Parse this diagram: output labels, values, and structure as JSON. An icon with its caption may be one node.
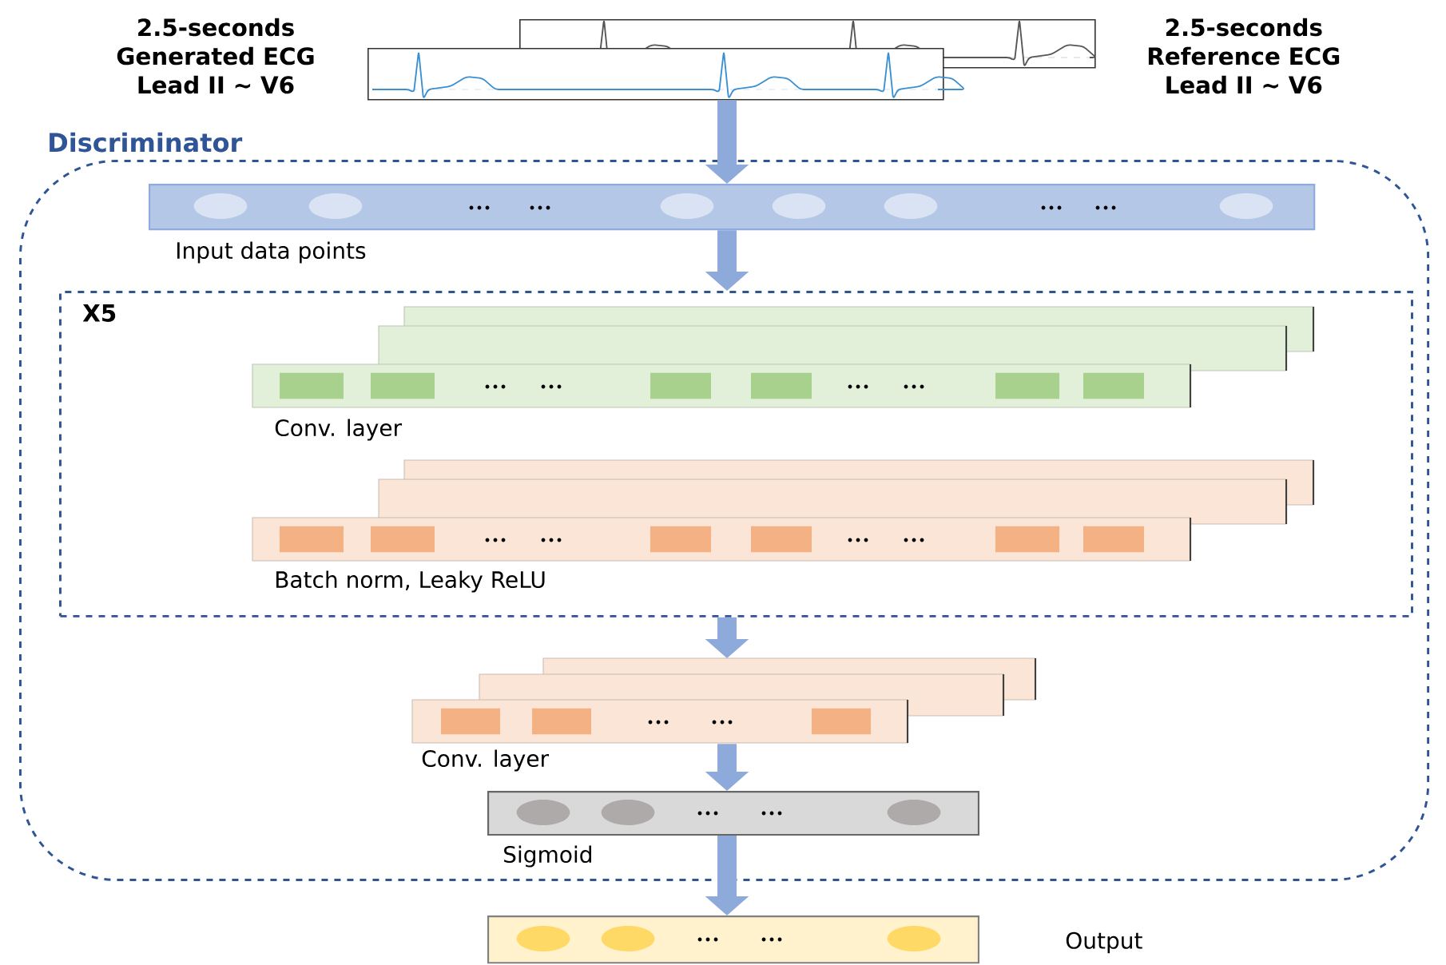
{
  "diagram": {
    "nodes": [
      {
        "text": [],
        "shape": "picture",
        "beside": [
          "2.5-seconds Generated ECG Lead II ~ V6"
        ]
      },
      {
        "text": [],
        "shape": "picture",
        "beside": [
          "2.5-seconds Reference ECG Lead II ~ V6"
        ]
      },
      {
        "text": [
          "Discriminator"
        ]
      },
      {
        "text": [
          "Input data points"
        ],
        "in": 2
      },
      {
        "text": [
          "X5"
        ],
        "in": 2
      },
      {
        "text": [
          "Conv. layer"
        ],
        "in": 4
      },
      {
        "text": [
          "Batch norm, Leaky ReLU"
        ],
        "in": 4
      },
      {
        "text": [
          "Conv. layer"
        ],
        "in": 2
      },
      {
        "text": [
          "Sigmoid"
        ],
        "in": 2
      },
      {
        "text": [
          "Output"
        ]
      }
    ],
    "edges": [
      {
        "from": 0,
        "to": 3,
        "arrow": "to"
      },
      {
        "from": 3,
        "to": 4,
        "arrow": "to"
      },
      {
        "from": 4,
        "to": 7,
        "arrow": "to"
      },
      {
        "from": 7,
        "to": 8,
        "arrow": "to"
      },
      {
        "from": 8,
        "to": 9,
        "arrow": "to"
      }
    ]
  }
}
